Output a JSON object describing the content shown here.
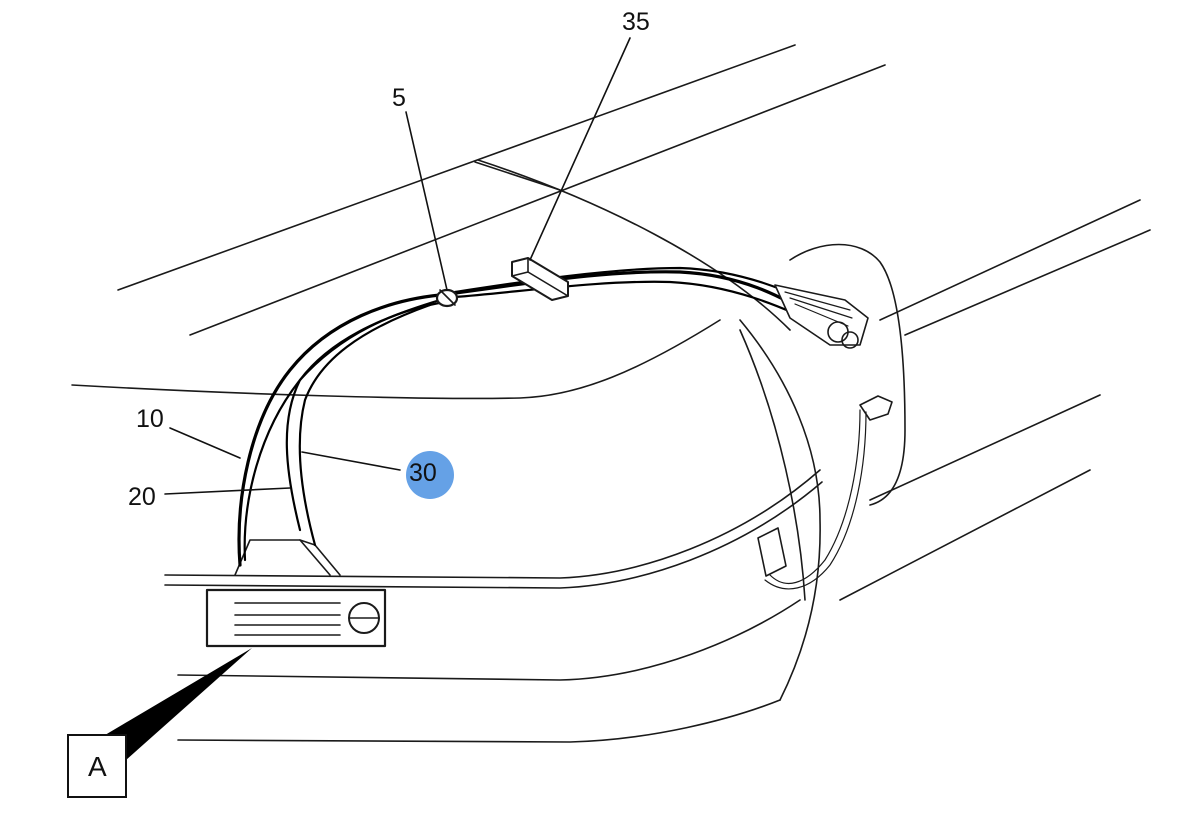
{
  "diagram": {
    "callouts": [
      {
        "id": "c5",
        "text": "5"
      },
      {
        "id": "c35",
        "text": "35"
      },
      {
        "id": "c10",
        "text": "10"
      },
      {
        "id": "c20",
        "text": "20"
      },
      {
        "id": "c30",
        "text": "30",
        "highlighted": true
      },
      {
        "id": "cA",
        "text": "A"
      }
    ],
    "colors": {
      "line": "#1a1a1a",
      "highlight": "#4a90e2",
      "background": "#ffffff"
    }
  }
}
